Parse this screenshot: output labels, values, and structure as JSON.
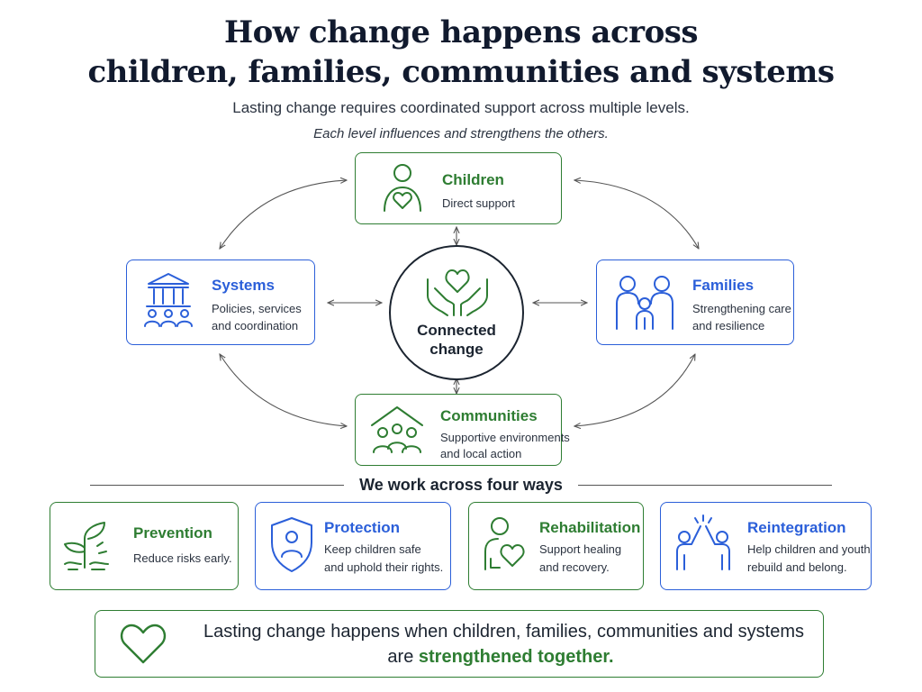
{
  "header": {
    "title_line1": "How change happens across",
    "title_line2": "children, families, communities and systems",
    "subtitle": "Lasting change requires coordinated support across multiple levels.",
    "subtitle2": "Each level influences and strengthens the others."
  },
  "levels": {
    "children": {
      "title": "Children",
      "desc1": "Direct support",
      "icon": "child-heart-icon",
      "color": "#2e7d32"
    },
    "families": {
      "title": "Families",
      "desc1": "Strengthening care",
      "desc2": "and resilience",
      "icon": "family-icon",
      "color": "#2b5fd9"
    },
    "communities": {
      "title": "Communities",
      "desc1": "Supportive environments",
      "desc2": "and local action",
      "icon": "community-house-icon",
      "color": "#2e7d32"
    },
    "systems": {
      "title": "Systems",
      "desc1": "Policies, services",
      "desc2": "and coordination",
      "icon": "government-building-icon",
      "color": "#2b5fd9"
    }
  },
  "center": {
    "line1": "Connected",
    "line2": "change",
    "icon": "hands-heart-icon"
  },
  "ways": {
    "heading": "We work across four ways",
    "items": [
      {
        "title": "Prevention",
        "desc1": "Reduce risks early.",
        "desc2": "",
        "icon": "sprout-icon",
        "color": "#2e7d32"
      },
      {
        "title": "Protection",
        "desc1": "Keep children safe",
        "desc2": "and uphold their rights.",
        "icon": "shield-person-icon",
        "color": "#2b5fd9"
      },
      {
        "title": "Rehabilitation",
        "desc1": "Support healing",
        "desc2": "and recovery.",
        "icon": "person-heart-icon",
        "color": "#2e7d32"
      },
      {
        "title": "Reintegration",
        "desc1": "Help children and youth",
        "desc2": "rebuild and belong.",
        "icon": "high-five-icon",
        "color": "#2b5fd9"
      }
    ]
  },
  "footer": {
    "line1": "Lasting change happens when children, families, communities and systems",
    "line2_prefix": "are ",
    "line2_highlight": "strengthened together.",
    "icon": "heart-outline-icon"
  },
  "colors": {
    "green": "#2e7d32",
    "blue": "#2b5fd9",
    "text": "#1b2430"
  }
}
